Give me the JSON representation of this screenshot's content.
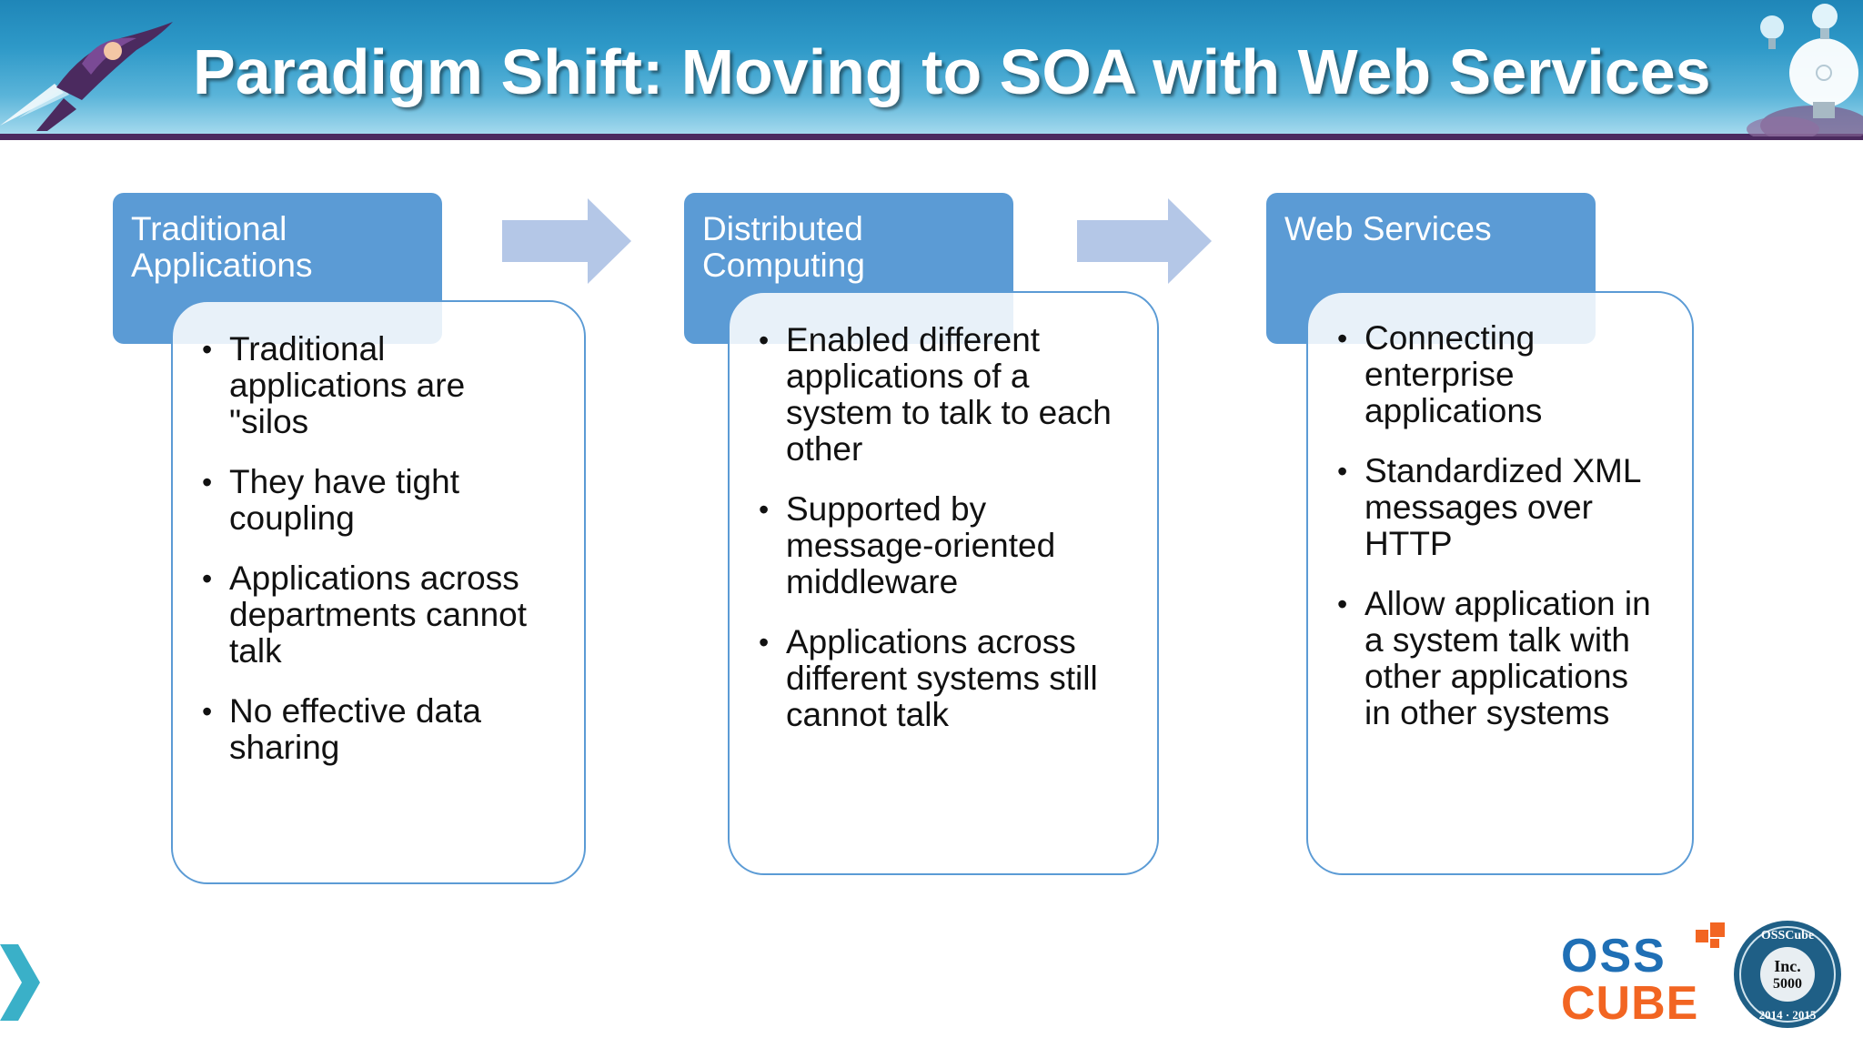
{
  "header": {
    "title": "Paradigm Shift: Moving to SOA with Web Services",
    "rocket_icon": "rocket-superhero-icon",
    "bulb_icon": "lightbulb-icon"
  },
  "columns": [
    {
      "title_lines": [
        "Traditional",
        "Applications"
      ],
      "bullets": [
        [
          "Traditional",
          "applications are",
          "\"silos"
        ],
        [
          "They have tight",
          "coupling"
        ],
        [
          "Applications across",
          "departments cannot",
          "talk"
        ],
        [
          "No effective data",
          "sharing"
        ]
      ]
    },
    {
      "title_lines": [
        "Distributed",
        "Computing"
      ],
      "bullets": [
        [
          "Enabled different",
          "applications of a",
          "system to talk to each",
          "other"
        ],
        [
          "Supported by",
          "message-oriented",
          "middleware"
        ],
        [
          "Applications across",
          "different systems still",
          "cannot talk"
        ]
      ]
    },
    {
      "title_lines": [
        "Web Services"
      ],
      "bullets": [
        [
          "Connecting",
          "enterprise",
          "applications"
        ],
        [
          "Standardized XML",
          "messages over",
          "HTTP"
        ],
        [
          "Allow application in",
          "a system talk with",
          "other applications",
          "in other systems"
        ]
      ]
    }
  ],
  "logo": {
    "line1": "OSS",
    "line2": "CUBE"
  },
  "seal": {
    "top": "OSSCube",
    "center1": "Inc.",
    "center2": "5000",
    "bottom": "2014 · 2015"
  },
  "colors": {
    "accent": "#5b9bd5",
    "arrow": "#b4c7e7",
    "header_rule": "#4b2a5f",
    "logo_blue": "#1f6fb5",
    "logo_orange": "#f26522"
  }
}
